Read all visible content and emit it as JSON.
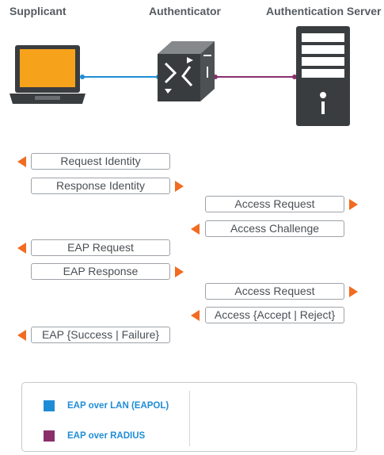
{
  "columns": {
    "supplicant": "Supplicant",
    "authenticator": "Authenticator",
    "server": "Authentication Server"
  },
  "messages": [
    {
      "label": "Request Identity",
      "direction": "left"
    },
    {
      "label": "Response Identity",
      "direction": "right"
    },
    {
      "label": "Access Request",
      "direction": "right"
    },
    {
      "label": "Access Challenge",
      "direction": "left"
    },
    {
      "label": "EAP Request",
      "direction": "left"
    },
    {
      "label": "EAP Response",
      "direction": "right"
    },
    {
      "label": "Access Request",
      "direction": "right"
    },
    {
      "label": "Access {Accept | Reject}",
      "direction": "left"
    },
    {
      "label": "EAP {Success | Failure}",
      "direction": "left"
    }
  ],
  "legend": [
    {
      "label": "EAP over LAN (EAPOL)",
      "color": "#1f8dd6"
    },
    {
      "label": "EAP over RADIUS",
      "color": "#8b2f6b"
    }
  ],
  "colors": {
    "eapol_link": "#1f8dd6",
    "radius_link": "#8b2f6b",
    "arrow": "#f26b21",
    "laptop_screen": "#f7a21b"
  }
}
